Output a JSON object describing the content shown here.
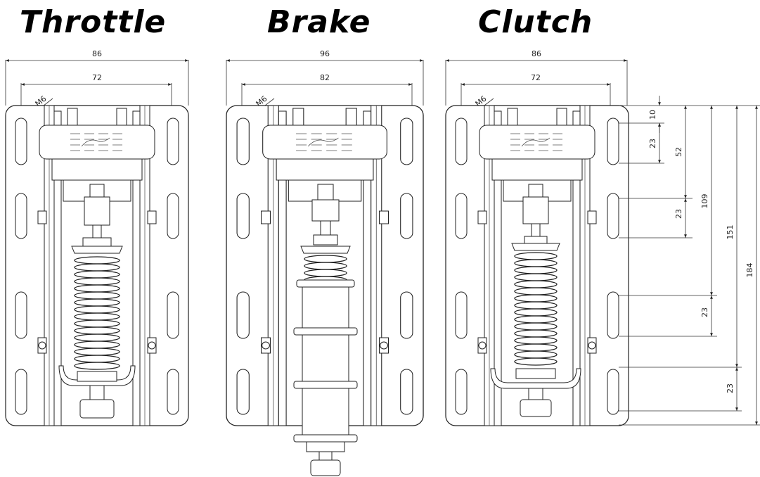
{
  "titles": {
    "throttle": "Throttle",
    "brake": "Brake",
    "clutch": "Clutch"
  },
  "throttle": {
    "width_outer": "86",
    "width_inner": "72",
    "thread": "M6"
  },
  "brake": {
    "width_outer": "96",
    "width_inner": "82",
    "thread": "M6"
  },
  "clutch": {
    "width_outer": "86",
    "width_inner": "72",
    "thread": "M6"
  },
  "vertical_dims": {
    "d10": "10",
    "d23a": "23",
    "d52": "52",
    "d23b": "23",
    "d109": "109",
    "d151": "151",
    "d23c": "23",
    "d184": "184",
    "d23d": "23"
  }
}
